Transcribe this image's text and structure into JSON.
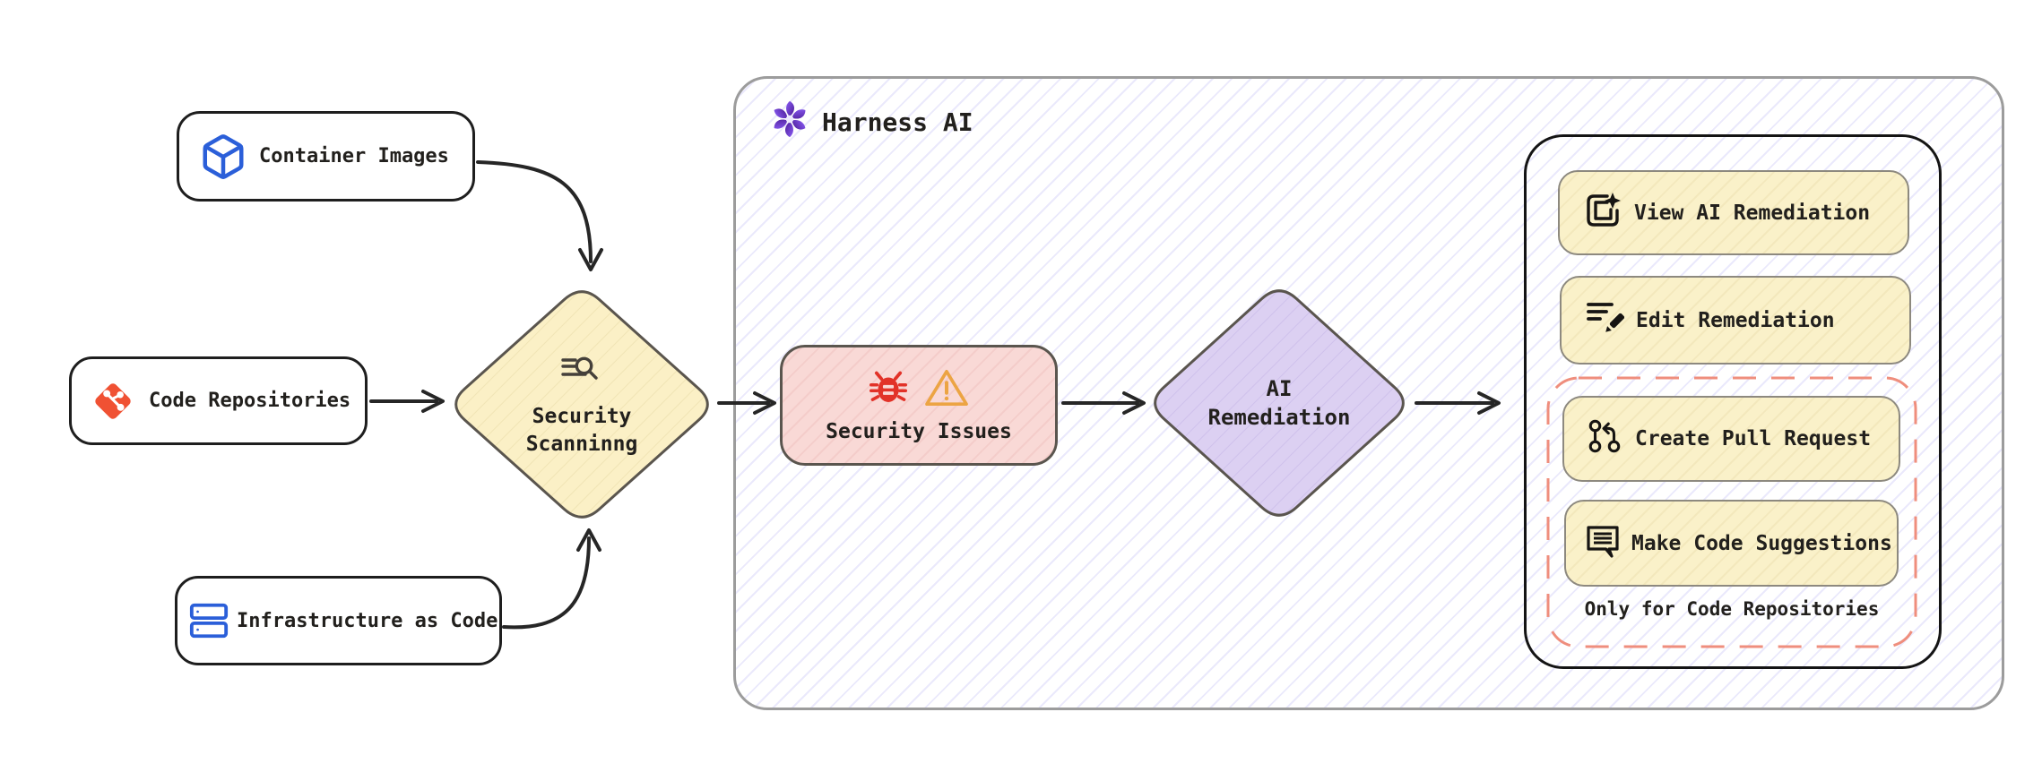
{
  "nodes": {
    "container_images": {
      "label": "Container Images"
    },
    "code_repositories": {
      "label": "Code Repositories"
    },
    "infrastructure_as_code": {
      "label": "Infrastructure as Code"
    },
    "security_scanning": {
      "line1": "Security",
      "line2": "Scanninng"
    },
    "harness_ai": {
      "label": "Harness AI"
    },
    "security_issues": {
      "label": "Security Issues"
    },
    "ai_remediation": {
      "line1": "AI",
      "line2": "Remediation"
    },
    "view_ai_remediation": {
      "label": "View AI Remediation"
    },
    "edit_remediation": {
      "label": "Edit Remediation"
    },
    "create_pull_request": {
      "label": "Create Pull Request"
    },
    "make_code_suggestions": {
      "label": "Make Code Suggestions"
    },
    "code_repo_note": {
      "label": "Only for Code Repositories"
    }
  },
  "icons": {
    "container_images": "cube-icon",
    "code_repositories": "git-icon",
    "infrastructure_as_code": "server-stack-icon",
    "security_scanning": "scan-search-icon",
    "harness_ai": "harness-logo-icon",
    "security_issues": [
      "bug-icon",
      "warning-icon"
    ],
    "view_ai_remediation": "document-sparkle-icon",
    "edit_remediation": "list-pencil-icon",
    "create_pull_request": "pull-request-icon",
    "make_code_suggestions": "comment-lines-icon"
  },
  "colors": {
    "node_yellow": "#FAF1C9",
    "node_pink": "#F9D9D6",
    "node_purple": "#DCD0F2",
    "stripe_lavender": "#C9C3F2",
    "dashed_coral": "#EF8E7D",
    "icon_blue": "#2B5FD9",
    "git_red": "#F05133",
    "bug_red": "#E23228",
    "warning_orange": "#ECA443",
    "harness_purple": "#6D28D9",
    "border_dark": "#1E1E1E",
    "border_gray": "#8D897F"
  }
}
